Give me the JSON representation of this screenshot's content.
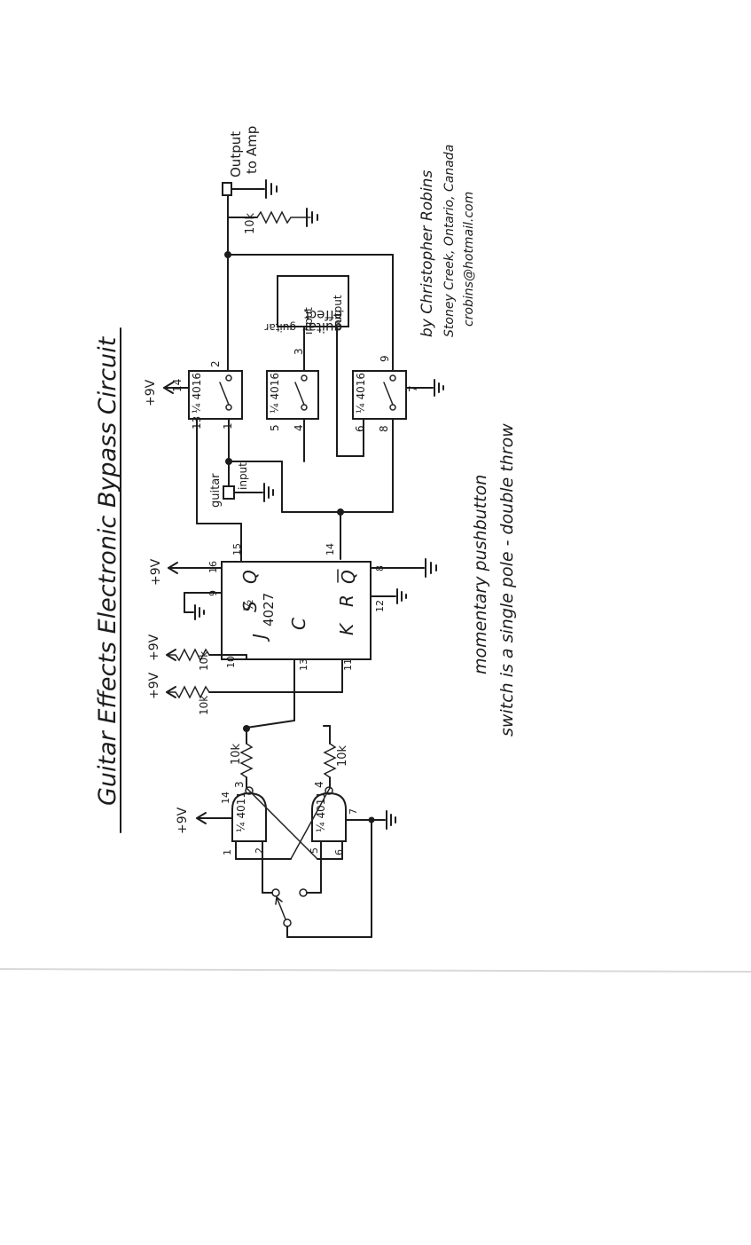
{
  "colors": {
    "paper": "#ffffff",
    "ink": "#1c1c1c",
    "fold": "#d9d9d9"
  },
  "title": "Guitar Effects   Electronic Bypass Circuit",
  "credits": {
    "author": "by Christopher Robins",
    "location": "Stoney Creek, Ontario, Canada",
    "email": "crobins@hotmail.com"
  },
  "note": {
    "line1": "switch is a single pole - double throw",
    "line2": "momentary pushbutton"
  },
  "labels": {
    "output": "Output",
    "to_amp": "to Amp",
    "guitar": "guitar",
    "input": "input",
    "effect_l1": "guitar",
    "effect_l2": "effect",
    "effect_input": "input",
    "effect_output": "output",
    "r_out": "10k",
    "r_j": "10k",
    "r_k": "10k",
    "r_n1": "10k",
    "r_n2": "10k",
    "v_4016": "+9V",
    "v_4027": "+9V",
    "v_j": "+9V",
    "v_k": "+9V",
    "v_4011": "+9V"
  },
  "ic_4027": {
    "part": "4027",
    "frac": "½",
    "S": "S",
    "Q": "Q",
    "J": "J",
    "C": "C",
    "K": "K",
    "R": "R",
    "Qbar": "Q",
    "p16": "16",
    "p15": "15",
    "p9": "9",
    "p10": "10",
    "p13": "13",
    "p11": "11",
    "p12": "12",
    "p8": "8",
    "p14": "14"
  },
  "switches_4016": [
    {
      "label": "¼ 4016",
      "ctl": "13",
      "pin_a": "1",
      "pin_b": "2",
      "pwr": "14"
    },
    {
      "label": "¼ 4016",
      "ctl": "5",
      "pin_a": "4",
      "pin_b": "3",
      "pwr": ""
    },
    {
      "label": "¼ 4016",
      "ctl": "6",
      "pin_a": "8",
      "pin_b": "9",
      "pwr": "7"
    }
  ],
  "gates_4011": [
    {
      "label": "¼ 4011",
      "pin_a": "1",
      "pin_b": "2",
      "out": "3",
      "pwr": "14"
    },
    {
      "label": "¼ 4011",
      "pin_a": "5",
      "pin_b": "6",
      "out": "4",
      "pwr": "7"
    }
  ]
}
